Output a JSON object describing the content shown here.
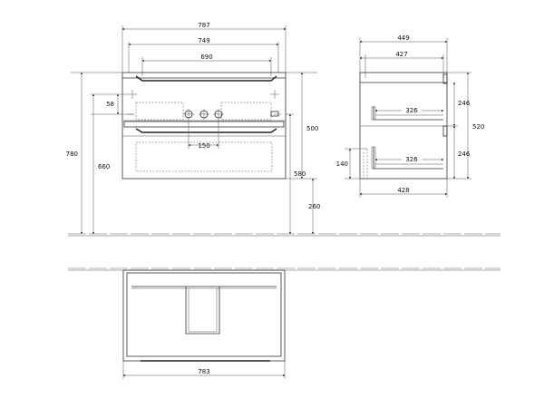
{
  "dimensions": {
    "front_total_width": "787",
    "front_inner_width": "749",
    "front_drawer_width": "690",
    "front_tap_offset": "58",
    "front_tap_spacing": "150",
    "front_total_height": "780",
    "front_mount_height": "660",
    "front_body_height": "500",
    "front_drawer_height": "580",
    "front_floor_gap": "260",
    "side_total_depth": "449",
    "side_top_depth": "427",
    "side_drawer_depth_upper": "326",
    "side_drawer_depth_lower": "326",
    "side_bottom_depth": "428",
    "side_height": "520",
    "side_upper_height": "246",
    "side_lower_height": "246",
    "side_siphon_height": "140",
    "top_view_width": "783"
  }
}
